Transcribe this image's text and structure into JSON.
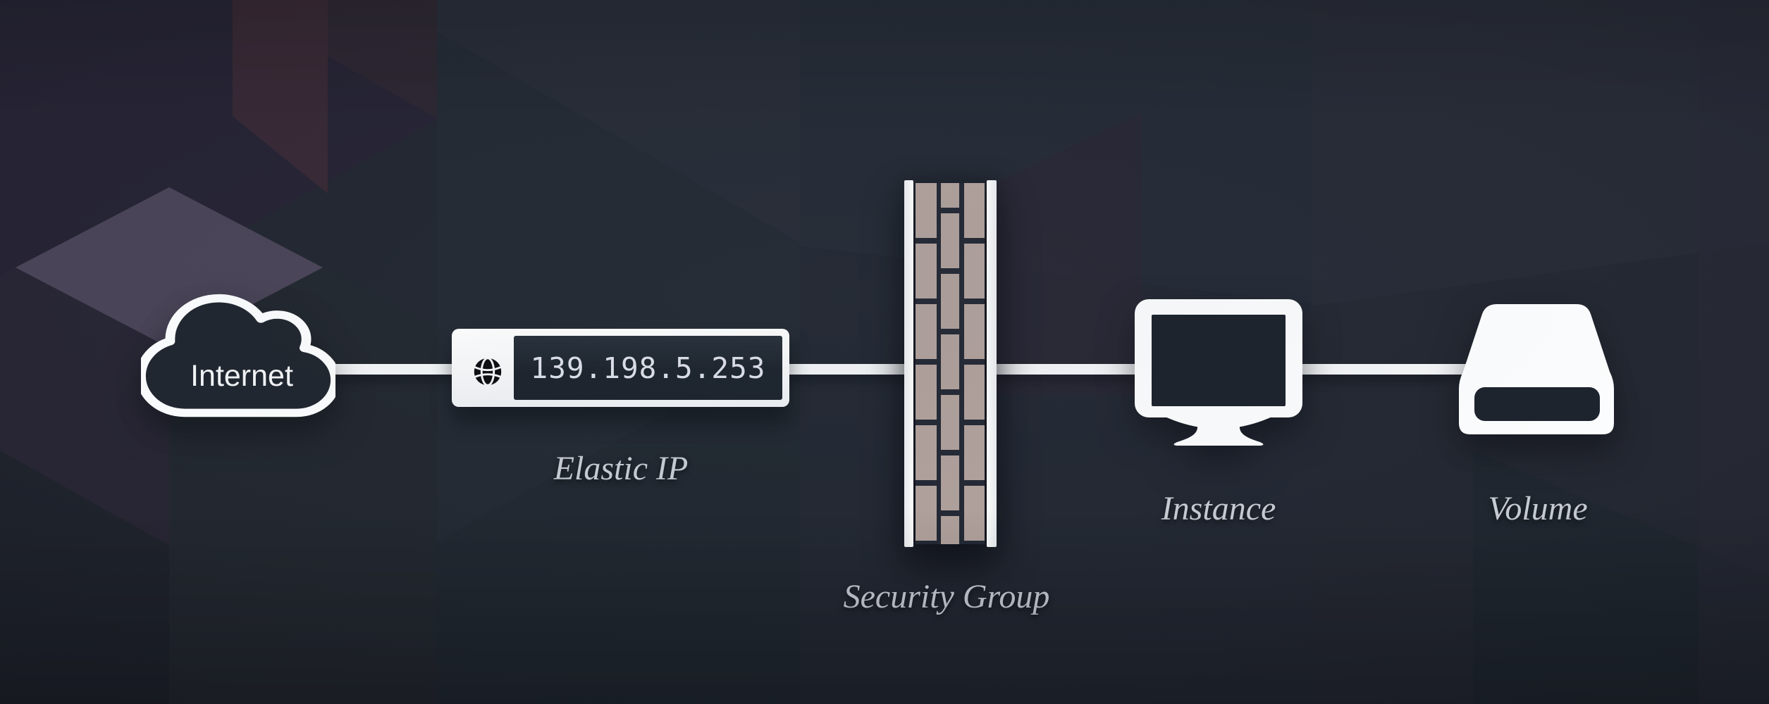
{
  "diagram": {
    "nodes": [
      {
        "id": "internet",
        "label": "Internet",
        "icon": "cloud-icon"
      },
      {
        "id": "elastic-ip",
        "label": "Elastic IP",
        "icon": "globe-icon",
        "ip_address": "139.198.5.253"
      },
      {
        "id": "security-group",
        "label": "Security Group",
        "icon": "firewall-brick-wall-icon"
      },
      {
        "id": "instance",
        "label": "Instance",
        "icon": "monitor-icon"
      },
      {
        "id": "volume",
        "label": "Volume",
        "icon": "hard-drive-icon"
      }
    ],
    "connections": [
      {
        "from": "internet",
        "to": "elastic-ip"
      },
      {
        "from": "elastic-ip",
        "to": "security-group"
      },
      {
        "from": "security-group",
        "to": "instance"
      },
      {
        "from": "instance",
        "to": "volume"
      }
    ],
    "colors": {
      "background": "#242934",
      "connector_line": "#f3f5f7",
      "node_white": "#fbfcfd",
      "dark_panel": "#1c232d",
      "brick": "#b1a19c",
      "label_text": "#c7cbd4",
      "accent_lavender": "#4a4458",
      "accent_wine": "#3a2a35"
    }
  }
}
